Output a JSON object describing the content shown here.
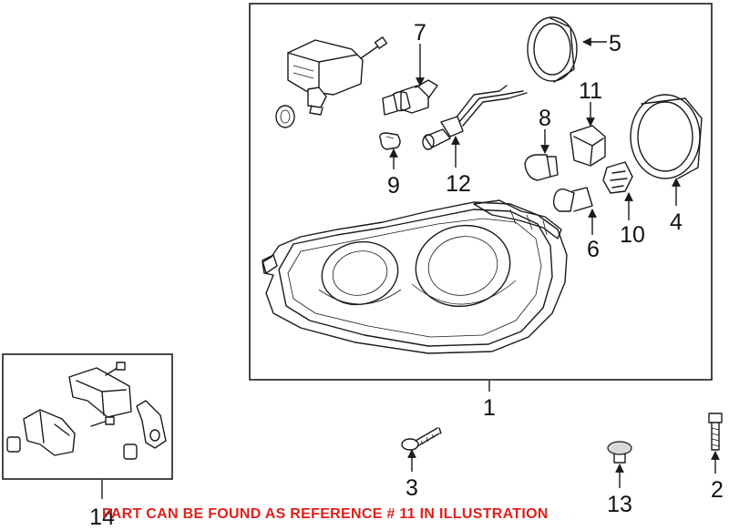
{
  "refs": {
    "r1": "1",
    "r2": "2",
    "r3": "3",
    "r4": "4",
    "r5": "5",
    "r6": "6",
    "r7": "7",
    "r8": "8",
    "r9": "9",
    "r10": "10",
    "r11": "11",
    "r12": "12",
    "r13": "13",
    "r14": "14"
  },
  "note": "PART CAN BE FOUND AS REFERENCE # 11 IN ILLUSTRATION",
  "colors": {
    "note": "#e0201b",
    "line": "#1a1a1a",
    "background": "#ffffff"
  }
}
